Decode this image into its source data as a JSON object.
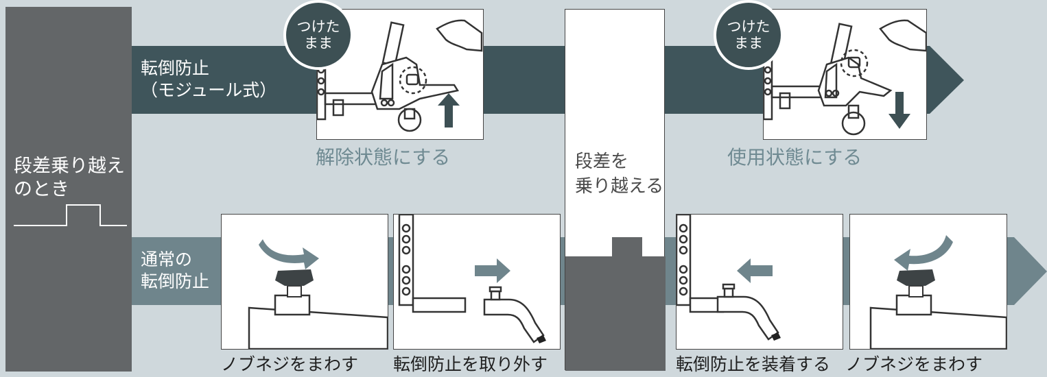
{
  "left_column": {
    "label": "段差乗り越え\nのとき"
  },
  "center_column": {
    "label": "段差を\n乗り越える"
  },
  "top_lane": {
    "label": "転倒防止\n（モジュール式）",
    "color": "#3f555b",
    "steps": [
      {
        "badge": "つけた\nまま",
        "caption": "解除状態にする"
      },
      {
        "badge": "つけた\nまま",
        "caption": "使用状態にする"
      }
    ]
  },
  "bottom_lane": {
    "label": "通常の\n転倒防止",
    "color": "#6f858c",
    "steps": [
      {
        "caption": "ノブネジをまわす"
      },
      {
        "caption": "転倒防止を取り外す"
      },
      {
        "caption": "転倒防止を装着する"
      },
      {
        "caption": "ノブネジをまわす"
      }
    ]
  },
  "colors": {
    "background": "#cfd8dc",
    "dark_gray": "#636668",
    "accent": "#3d5054",
    "caption": "#6f8a92"
  }
}
